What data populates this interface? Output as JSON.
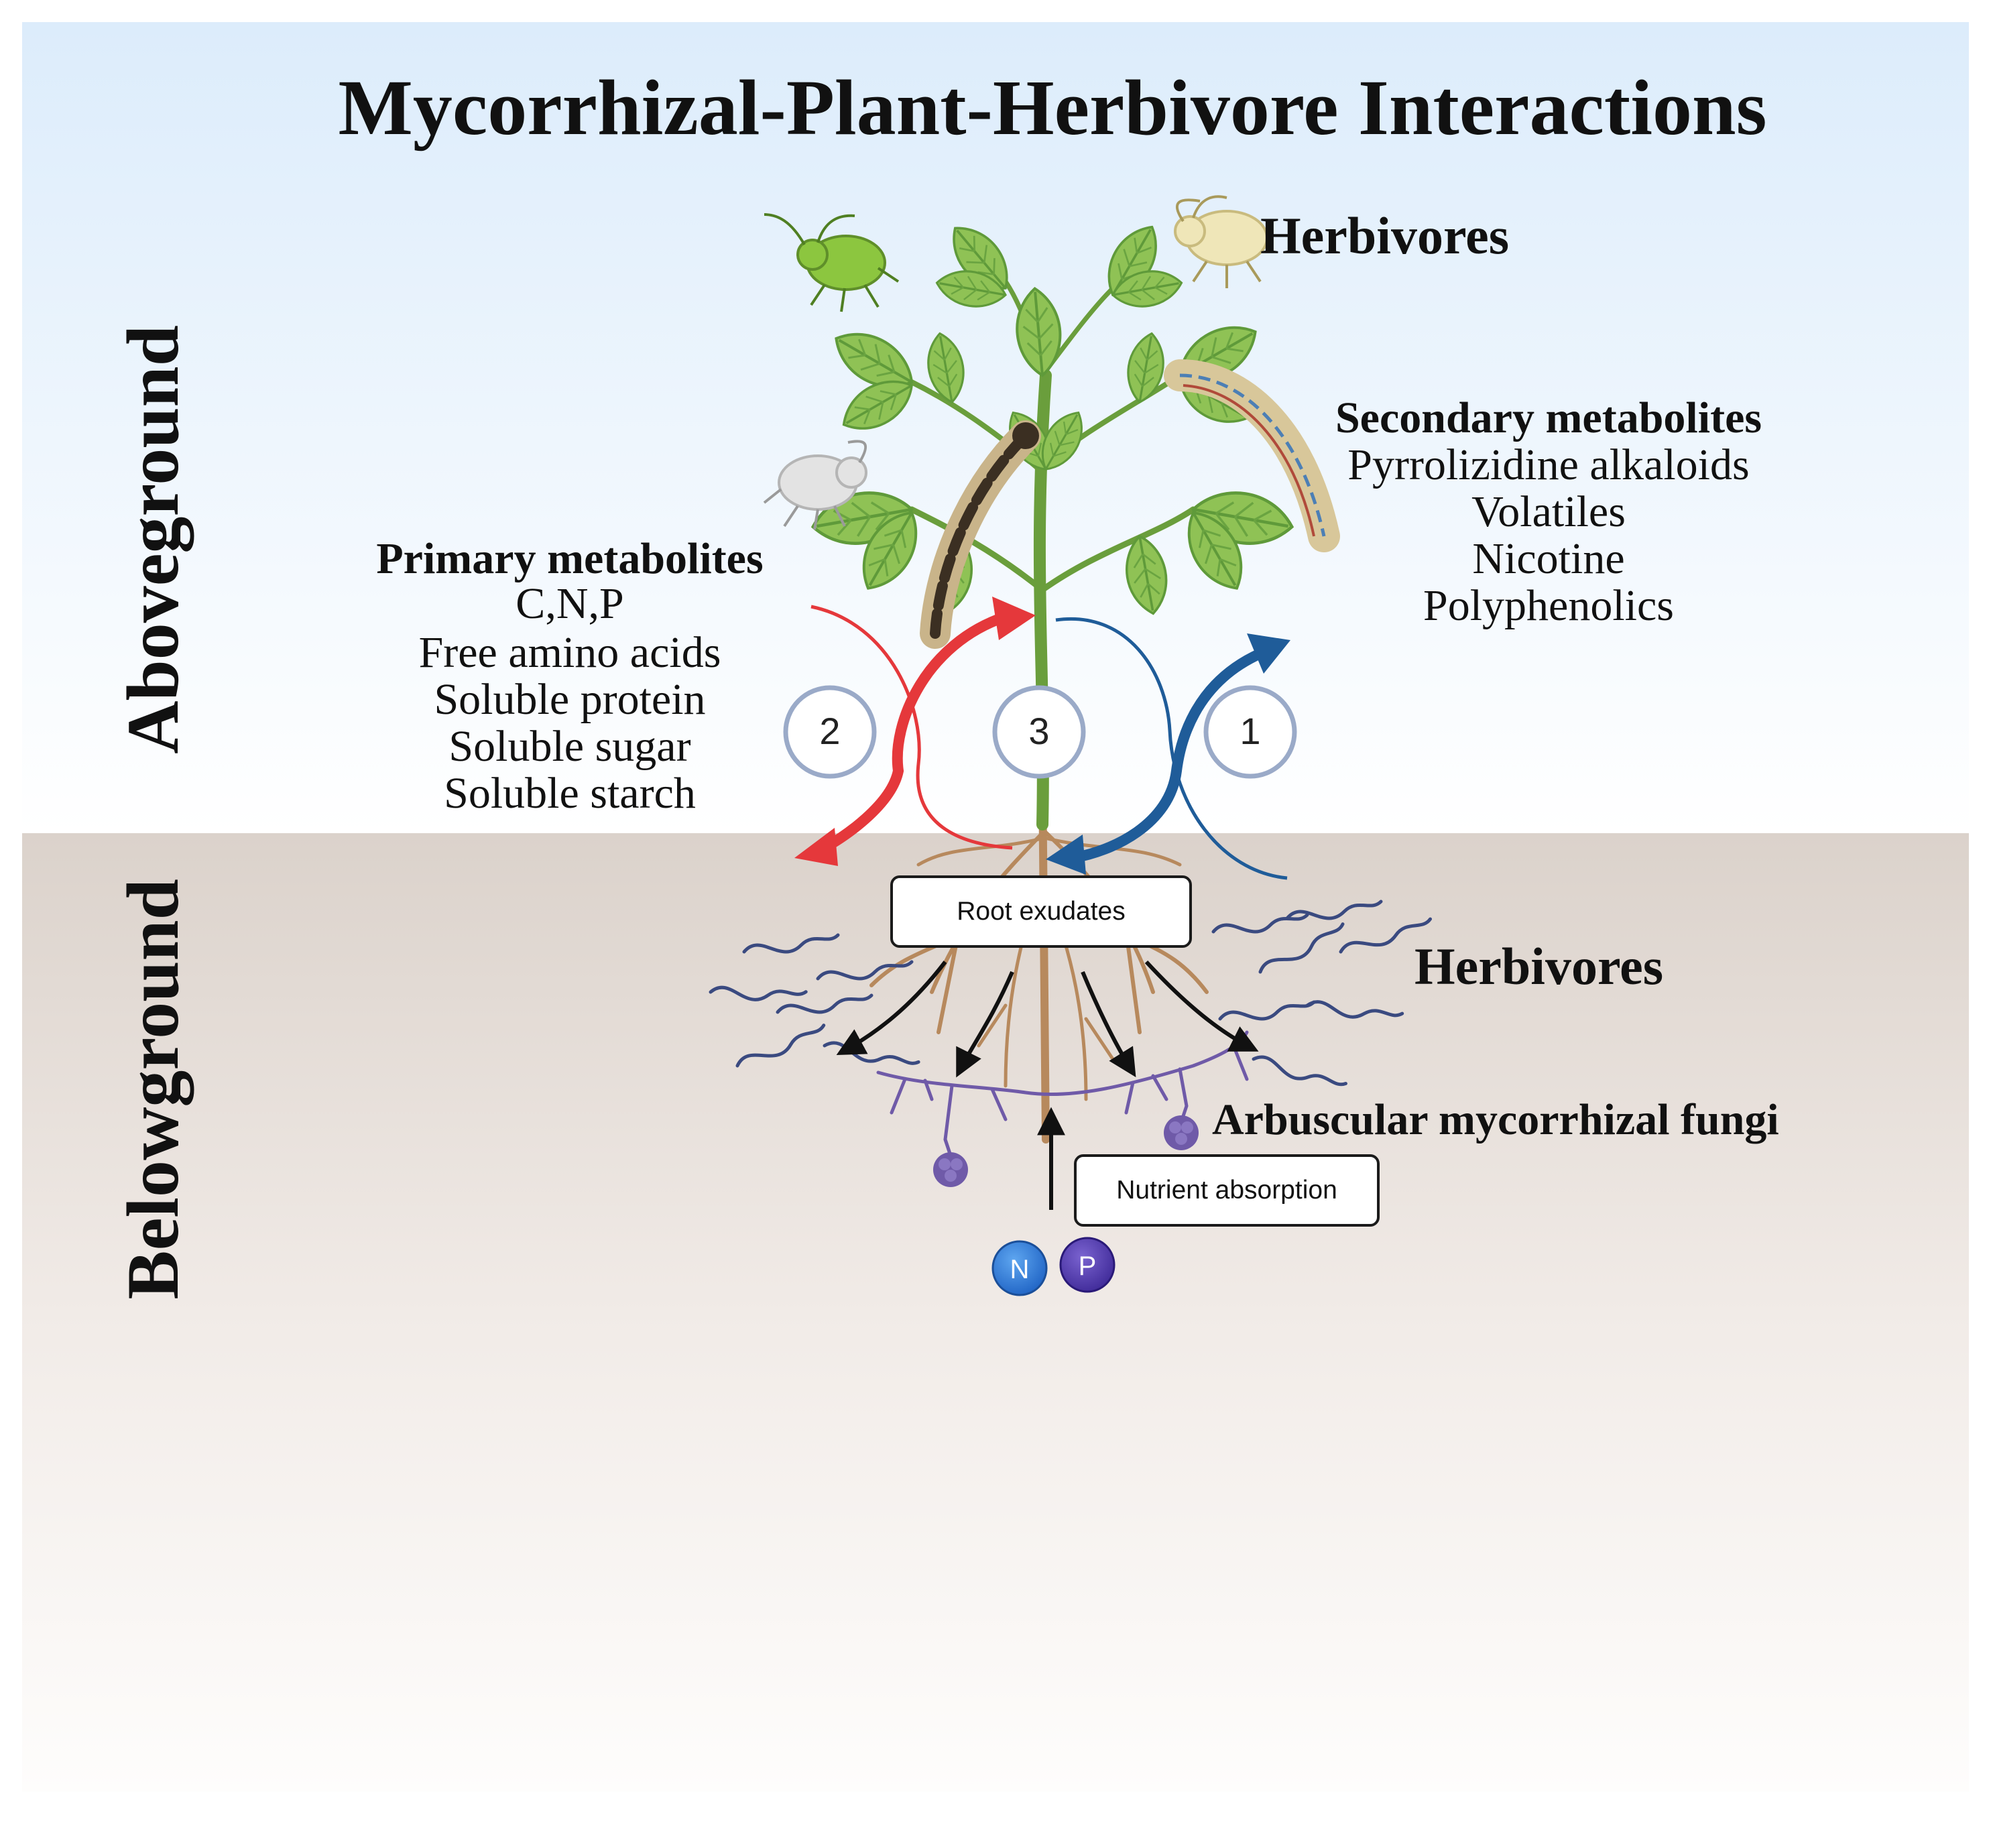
{
  "title": "Mycorrhizal-Plant-Herbivore Interactions",
  "zones": {
    "aboveground": "Aboveground",
    "belowground": "Belowground"
  },
  "labels": {
    "herbivores_above": "Herbivores",
    "herbivores_below": "Herbivores",
    "arbuscular_fungi": "Arbuscular mycorrhizal fungi",
    "root_exudates": "Root exudates",
    "nutrient_absorption": "Nutrient absorption"
  },
  "primary_metabolites": {
    "heading": "Primary metabolites",
    "items": [
      "C,N,P",
      "Free amino acids",
      "Soluble protein",
      "Soluble sugar",
      "Soluble starch"
    ]
  },
  "secondary_metabolites": {
    "heading": "Secondary metabolites",
    "items": [
      "Pyrrolizidine alkaloids",
      "Volatiles",
      "Nicotine",
      "Polyphenolics"
    ]
  },
  "pathways": [
    "1",
    "2",
    "3"
  ],
  "nutrients": [
    "N",
    "P"
  ],
  "colors": {
    "sky_top": "#dfeefb",
    "soil_top": "#dcd3cc",
    "red_arrow": "#e5383b",
    "blue_arrow": "#1f5c99",
    "leaf": "#8fc255",
    "leaf_dark": "#5f9a3a",
    "root": "#b7895d",
    "fungi": "#6f5aa8",
    "nematode": "#3a4a80",
    "nitrogen": "#2f7fd8",
    "phosphorus": "#5a3fb0"
  }
}
